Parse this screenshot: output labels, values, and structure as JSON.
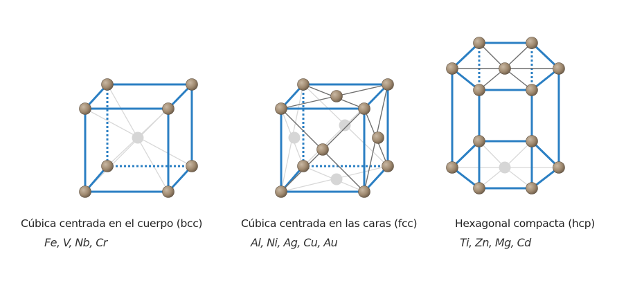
{
  "structures": [
    {
      "name": "Cúbica centrada en el cuerpo (bcc)",
      "elements": "Fe, V, Nb, Cr"
    },
    {
      "name": "Cúbica centrada en las caras (fcc)",
      "elements": "Al, Ni, Ag, Cu, Au"
    },
    {
      "name": "Hexagonal compacta (hcp)",
      "elements": "Ti, Zn, Mg, Cd"
    }
  ],
  "colors": {
    "edge": "#2b7fc3",
    "atom": "#a38d74",
    "hidden_atom": "#d6d6d6"
  }
}
